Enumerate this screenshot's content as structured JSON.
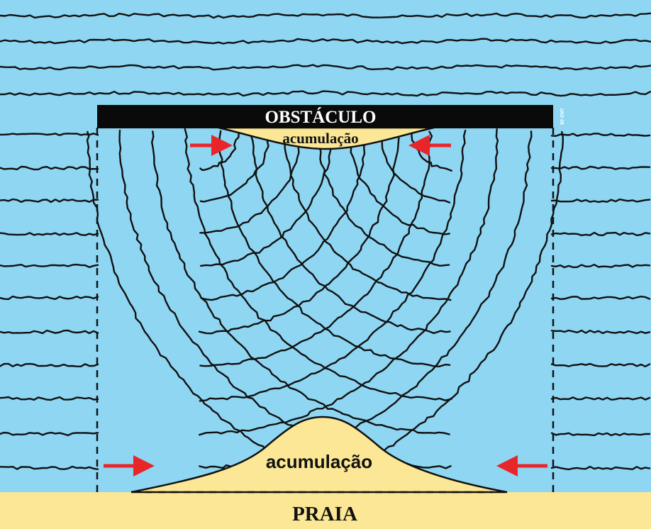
{
  "labels": {
    "obstacle": "OBSTÁCULO",
    "accumulation_top": "acumulação",
    "accumulation_bottom": "acumulação",
    "beach": "PRAIA",
    "author_mark": "JAD 08"
  },
  "colors": {
    "sea": "#8fd6f2",
    "sand": "#fbe795",
    "wave_line": "#111111",
    "obstacle": "#0a0a0a",
    "arrow": "#e8262a",
    "obstacle_text": "#ffffff",
    "label_text": "#111111"
  },
  "icons": {
    "arrow": "arrow-icon"
  }
}
